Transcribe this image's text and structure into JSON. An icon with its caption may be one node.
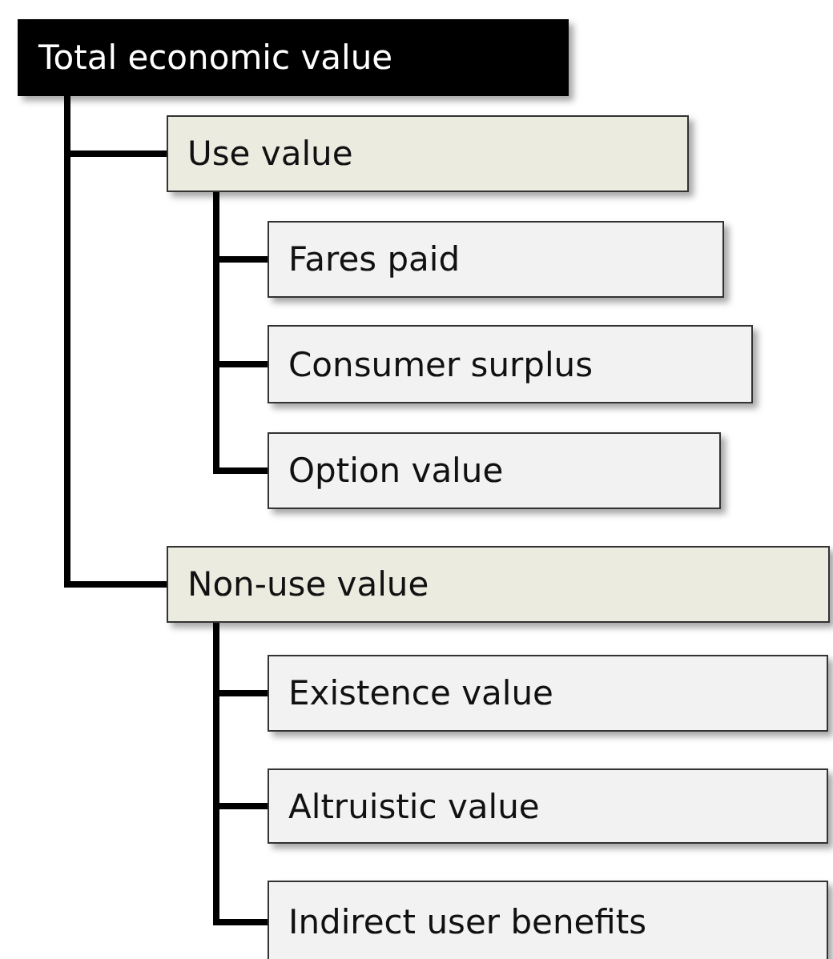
{
  "diagram": {
    "nodes": [
      {
        "text": [
          "Total economic value"
        ]
      },
      {
        "text": [
          "Use value"
        ]
      },
      {
        "text": [
          "Fares paid"
        ]
      },
      {
        "text": [
          "Consumer surplus"
        ]
      },
      {
        "text": [
          "Option value"
        ]
      },
      {
        "text": [
          "Non-use value"
        ]
      },
      {
        "text": [
          "Existence value"
        ]
      },
      {
        "text": [
          "Altruistic value"
        ]
      },
      {
        "text": [
          "Indirect user benefits"
        ]
      }
    ],
    "edges": [
      {
        "from": 0,
        "to": 1,
        "arrow": "none"
      },
      {
        "from": 0,
        "to": 5,
        "arrow": "none"
      },
      {
        "from": 1,
        "to": 2,
        "arrow": "none"
      },
      {
        "from": 1,
        "to": 3,
        "arrow": "none"
      },
      {
        "from": 1,
        "to": 4,
        "arrow": "none"
      },
      {
        "from": 5,
        "to": 6,
        "arrow": "none"
      },
      {
        "from": 5,
        "to": 7,
        "arrow": "none"
      },
      {
        "from": 5,
        "to": 8,
        "arrow": "none"
      }
    ]
  }
}
